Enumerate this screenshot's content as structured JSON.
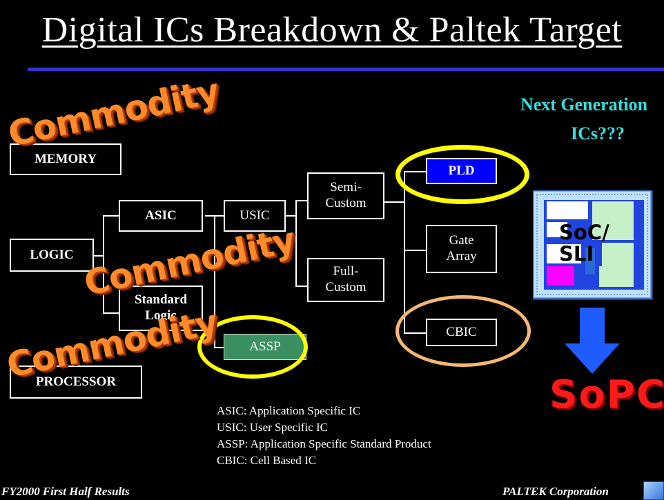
{
  "title": "Digital ICs Breakdown & Paltek Target",
  "commodity_label": "Commodity",
  "next_generation": {
    "line1": "Next Generation",
    "line2": "ICs???"
  },
  "nodes": {
    "memory": "MEMORY",
    "logic": "LOGIC",
    "processor": "PROCESSOR",
    "asic": "ASIC",
    "standard_logic": "Standard Logic",
    "usic": "USIC",
    "assp": "ASSP",
    "semi_custom": "Semi-Custom",
    "full_custom": "Full-Custom",
    "pld": "PLD",
    "gate_array": "Gate Array",
    "cbic": "CBIC"
  },
  "soc": {
    "line1": "SoC/",
    "line2": "SLI"
  },
  "sopc": "SoPC",
  "legend": [
    "ASIC: Application Specific IC",
    "USIC: User Specific IC",
    "ASSP: Application Specific Standard Product",
    "CBIC: Cell Based IC"
  ],
  "footer": {
    "left": "FY2000 First Half Results",
    "right": "PALTEK Corporation"
  },
  "colors": {
    "rule": "#3333cc",
    "pld": "#0000ff",
    "assp": "#3a9060",
    "highlight_ring": "#ffff00",
    "cbic_ring": "#f5b870",
    "next_gen": "#33e0e0",
    "sopc": "#ff1a1a",
    "commodity": "#ff8a2a"
  }
}
